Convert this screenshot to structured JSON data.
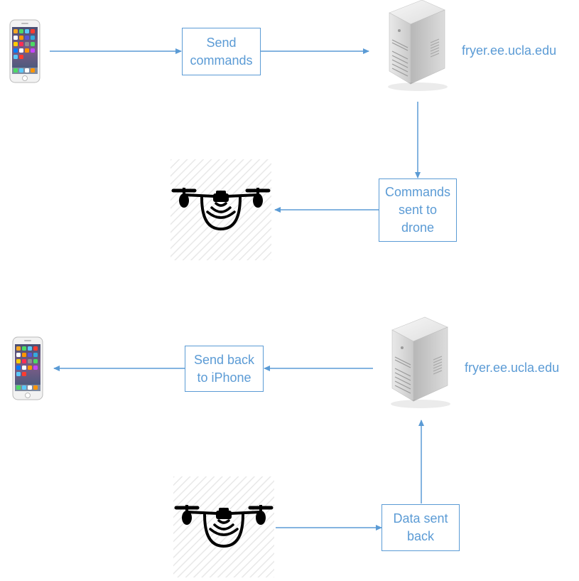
{
  "colors": {
    "accent": "#5b9bd5",
    "background": "#ffffff",
    "icon_dark": "#000000"
  },
  "top_flow": {
    "phone_icon": "iphone-icon",
    "box_send": {
      "line1": "Send",
      "line2": "commands"
    },
    "server_icon": "server-tower-icon",
    "server_label": "fryer.ee.ucla.edu",
    "box_commands": {
      "line1": "Commands",
      "line2": "sent to",
      "line3": "drone"
    },
    "drone_icon": "drone-icon"
  },
  "bottom_flow": {
    "phone_icon": "iphone-icon",
    "box_sendback": {
      "line1": "Send back",
      "line2": "to iPhone"
    },
    "server_icon": "server-tower-icon",
    "server_label": "fryer.ee.ucla.edu",
    "box_data": {
      "line1": "Data sent",
      "line2": "back"
    },
    "drone_icon": "drone-icon"
  }
}
